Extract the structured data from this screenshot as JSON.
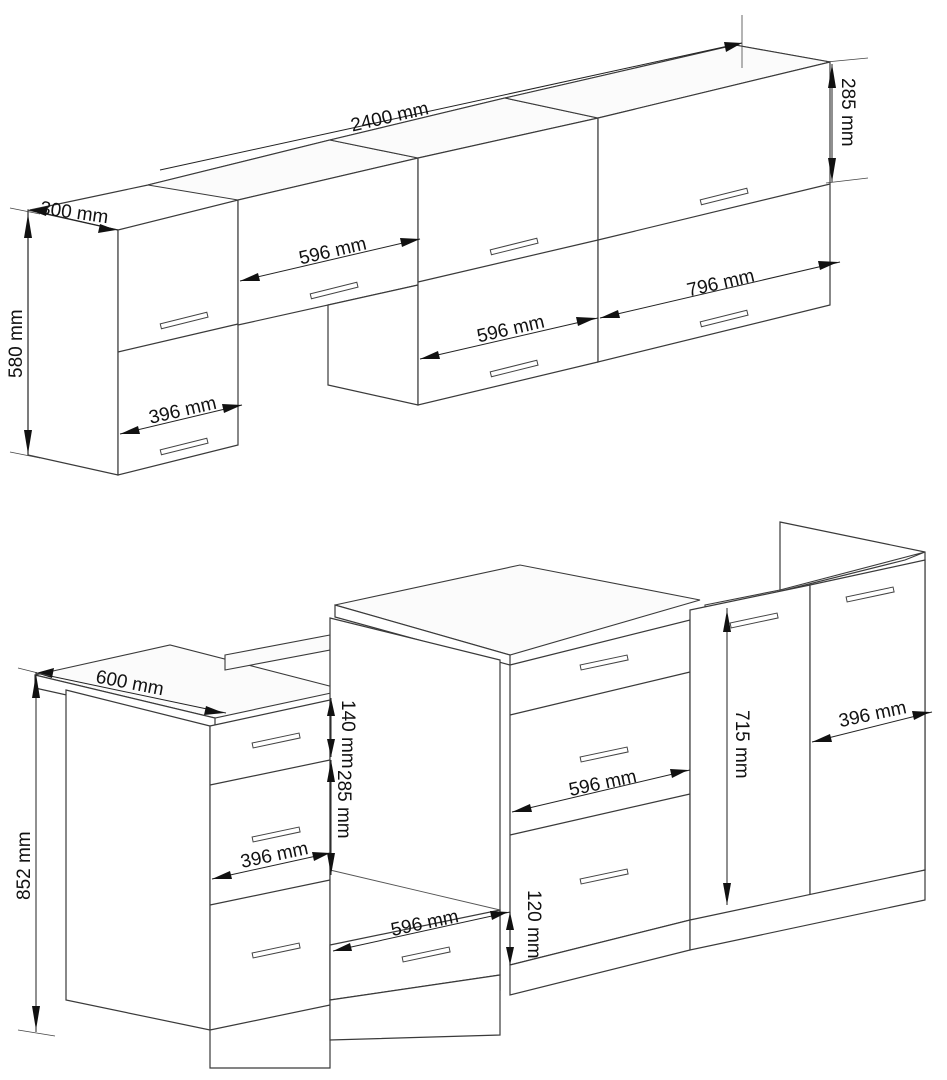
{
  "diagram": {
    "type": "kitchen-cabinet-dimension-drawing",
    "upper_cabinets": {
      "total_width": "2400 mm",
      "depth": "300 mm",
      "height": "580 mm",
      "flap_height": "285 mm",
      "widths": [
        "396 mm",
        "596 mm",
        "596 mm",
        "796 mm"
      ]
    },
    "lower_cabinets": {
      "depth": "600 mm",
      "height": "852 mm",
      "top_drawer_height": "140 mm",
      "drawer_height": "285 mm",
      "plinth_height": "120 mm",
      "carcass_height": "715 mm",
      "widths": [
        "396 mm",
        "596 mm",
        "596 mm",
        "396 mm"
      ]
    }
  }
}
